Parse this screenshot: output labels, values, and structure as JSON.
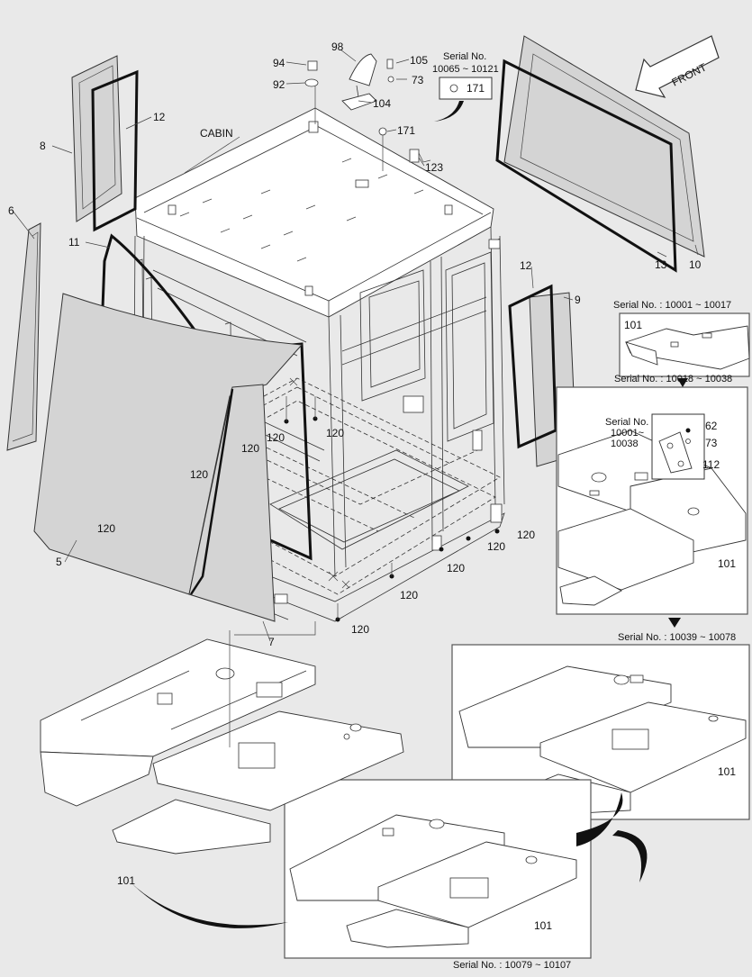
{
  "title": "CABIN",
  "front_label": "FRONT",
  "serial_notes": {
    "top_right": {
      "line1": "Serial No.",
      "line2": "10065 ~ 10121",
      "part": "171"
    },
    "inset1": "Serial No. : 10001 ~ 10017",
    "inset2": "Serial No. : 10018 ~ 10038",
    "inset2_sub": {
      "line1": "Serial No.",
      "line2": "10001~",
      "line3": "10038"
    },
    "inset3": "Serial No. : 10039 ~ 10078",
    "inset4": "Serial No. : 10079 ~ 10107"
  },
  "callouts": {
    "p94": "94",
    "p92": "92",
    "p98": "98",
    "p105": "105",
    "p73a": "73",
    "p104": "104",
    "p171": "171",
    "p123": "123",
    "p12a": "12",
    "p8": "8",
    "p6": "6",
    "p11": "11",
    "p5": "5",
    "p7": "7",
    "p13": "13",
    "p10": "10",
    "p12b": "12",
    "p9": "9",
    "p101_i1": "101",
    "p62": "62",
    "p73b": "73",
    "p112": "112",
    "p101_i2": "101",
    "p101_i3": "101",
    "p101_i4": "101",
    "p101_main": "101",
    "p120a": "120",
    "p120b": "120",
    "p120c": "120",
    "p120d": "120",
    "p120e": "120",
    "p120f": "120",
    "p120g": "120",
    "p120h": "120",
    "p120i": "120"
  },
  "colors": {
    "background": "#e9e9e9",
    "glass": "#d4d4d4",
    "seal": "#111111"
  }
}
